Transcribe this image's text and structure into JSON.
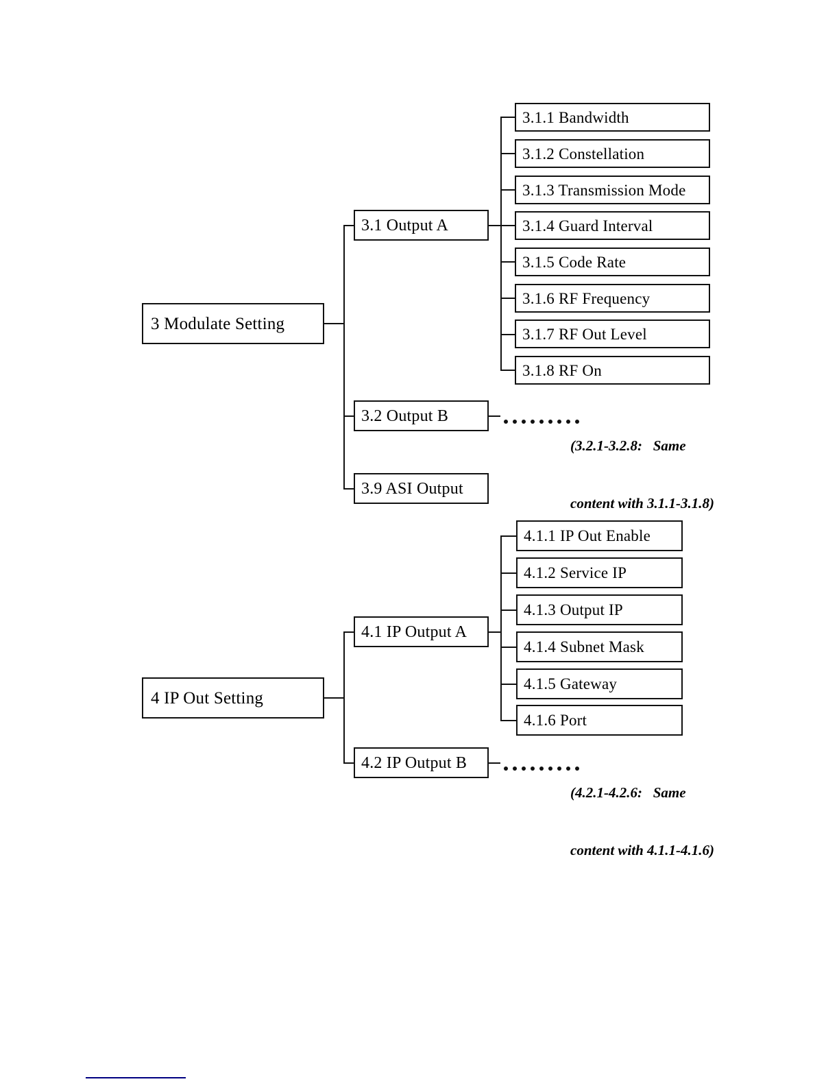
{
  "document": {
    "type": "menu-tree-diagram",
    "background": "#ffffff",
    "line_color": "#111111",
    "footnote_rule_color": "#000080"
  },
  "trees": [
    {
      "id": "modulate-setting",
      "root": {
        "label": "3 Modulate Setting"
      },
      "branches": [
        {
          "label": "3.1 Output A",
          "leaves": [
            {
              "label": "3.1.1 Bandwidth"
            },
            {
              "label": "3.1.2 Constellation"
            },
            {
              "label": "3.1.3 Transmission Mode"
            },
            {
              "label": "3.1.4 Guard Interval"
            },
            {
              "label": "3.1.5 Code Rate"
            },
            {
              "label": "3.1.6 RF Frequency"
            },
            {
              "label": "3.1.7 RF Out Level"
            },
            {
              "label": "3.1.8 RF On"
            }
          ]
        },
        {
          "label": "3.2 Output B",
          "ellipsis": true,
          "annotation_line1": "(3.2.1-3.2.8:   Same",
          "annotation_line2": "content with 3.1.1-3.1.8)"
        },
        {
          "label": "3.9 ASI Output"
        }
      ]
    },
    {
      "id": "ip-out-setting",
      "root": {
        "label": "4 IP Out Setting"
      },
      "branches": [
        {
          "label": "4.1 IP Output A",
          "leaves": [
            {
              "label": "4.1.1 IP Out Enable"
            },
            {
              "label": "4.1.2 Service IP"
            },
            {
              "label": "4.1.3 Output IP"
            },
            {
              "label": "4.1.4 Subnet Mask"
            },
            {
              "label": "4.1.5 Gateway"
            },
            {
              "label": "4.1.6 Port"
            }
          ]
        },
        {
          "label": "4.2 IP Output B",
          "ellipsis": true,
          "annotation_line1": "(4.2.1-4.2.6:   Same",
          "annotation_line2": "content with 4.1.1-4.1.6)"
        }
      ]
    }
  ]
}
